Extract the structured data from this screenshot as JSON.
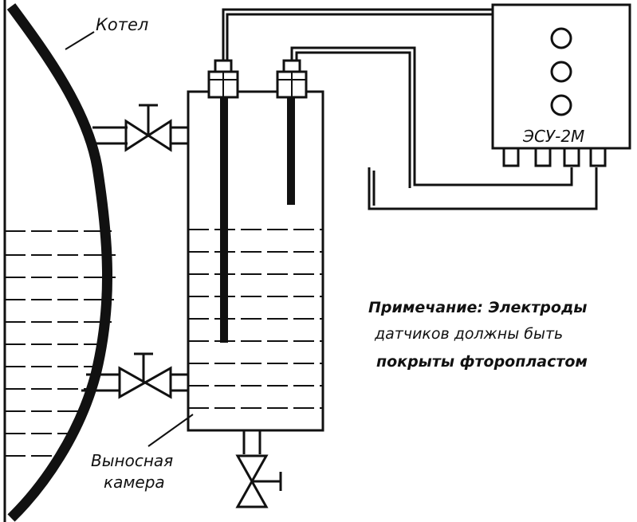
{
  "labels": {
    "boiler": "Котел",
    "chamber_line1": "Выносная",
    "chamber_line2": "камера",
    "device": "ЭСУ-2М",
    "note_line1": "Примечание: Электроды",
    "note_line2": "датчиков должны быть",
    "note_line3": "покрыты фторопластом"
  },
  "colors": {
    "ink": "#111111",
    "background": "#ffffff"
  },
  "icons": [
    "valve-icon",
    "indicator-lamp-icon",
    "electrode-icon",
    "connector-icon"
  ]
}
